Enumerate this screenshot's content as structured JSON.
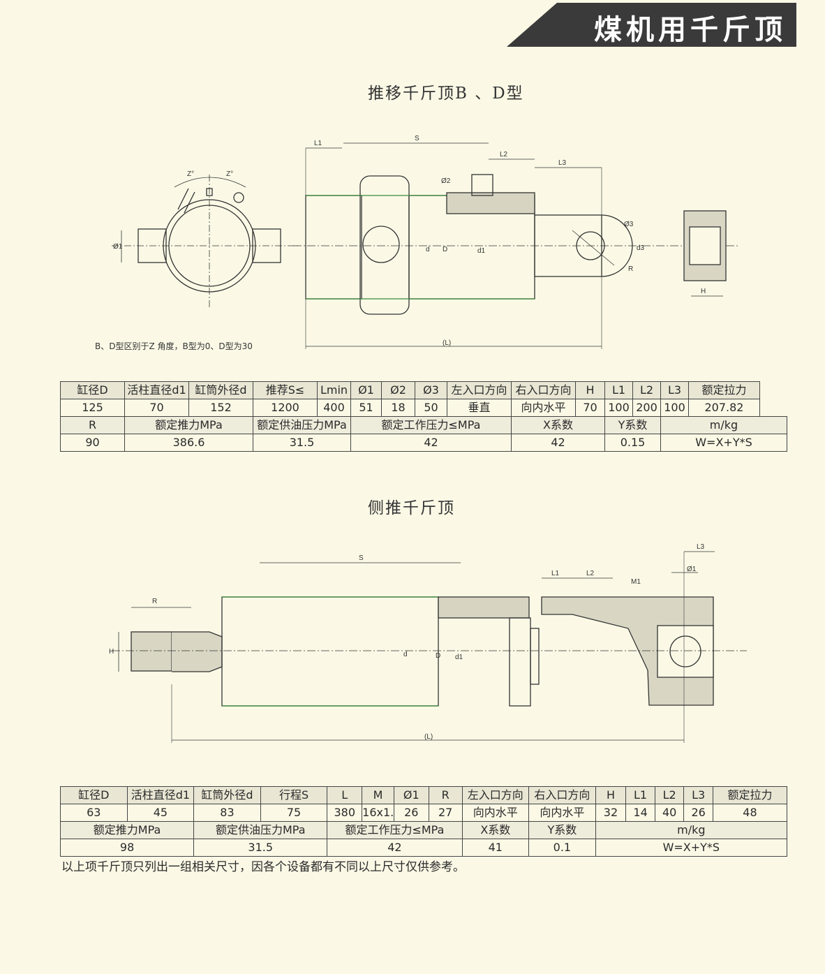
{
  "banner": {
    "title": "煤机用千斤顶"
  },
  "section1": {
    "title": "推移千斤顶B 、D型",
    "note": "B、D型区别于Z 角度，B型为0、D型为30",
    "labels": {
      "L1": "L1",
      "S": "S",
      "L2": "L2",
      "L3": "L3",
      "Z1": "Z°",
      "Z2": "Z°",
      "phi1": "Ø1",
      "phi2": "Ø2",
      "phi3": "Ø3",
      "d": "d",
      "D": "D",
      "d1": "d1",
      "d3": "d3",
      "R": "R",
      "H": "H",
      "L": "(L)"
    },
    "table": {
      "header1": [
        "缸径D",
        "活柱直径d1",
        "缸筒外径d",
        "推荐S≤",
        "Lmin",
        "Ø1",
        "Ø2",
        "Ø3",
        "左入口方向",
        "右入口方向",
        "H",
        "L1",
        "L2",
        "L3",
        "额定拉力"
      ],
      "row1": [
        "125",
        "70",
        "152",
        "1200",
        "400",
        "51",
        "18",
        "50",
        "垂直",
        "向内水平",
        "70",
        "100",
        "200",
        "100",
        "207.82"
      ],
      "header2": [
        "R",
        "额定推力MPa",
        "额定供油压力MPa",
        "额定工作压力≤MPa",
        "X系数",
        "Y系数",
        "m/kg"
      ],
      "row2": [
        "90",
        "386.6",
        "31.5",
        "42",
        "42",
        "0.15",
        "W=X+Y*S"
      ]
    }
  },
  "section2": {
    "title": "侧推千斤顶",
    "labels": {
      "S": "S",
      "R": "R",
      "H": "H",
      "d": "d",
      "D": "D",
      "d1": "d1",
      "L1": "L1",
      "L2": "L2",
      "L3": "L3",
      "M1": "M1",
      "phi1": "Ø1",
      "L": "(L)"
    },
    "table": {
      "header1": [
        "缸径D",
        "活柱直径d1",
        "缸筒外径d",
        "行程S",
        "L",
        "M",
        "Ø1",
        "R",
        "左入口方向",
        "右入口方向",
        "H",
        "L1",
        "L2",
        "L3",
        "额定拉力"
      ],
      "row1": [
        "63",
        "45",
        "83",
        "75",
        "380",
        "16x1.",
        "26",
        "27",
        "向内水平",
        "向内水平",
        "32",
        "14",
        "40",
        "26",
        "48"
      ],
      "header2": [
        "额定推力MPa",
        "额定供油压力MPa",
        "额定工作压力≤MPa",
        "X系数",
        "Y系数",
        "m/kg"
      ],
      "row2": [
        "98",
        "31.5",
        "42",
        "41",
        "0.1",
        "W=X+Y*S"
      ]
    }
  },
  "footer": {
    "note": "以上项千斤顶只列出一组相关尺寸，因各个设备都有不同以上尺寸仅供参考。"
  }
}
